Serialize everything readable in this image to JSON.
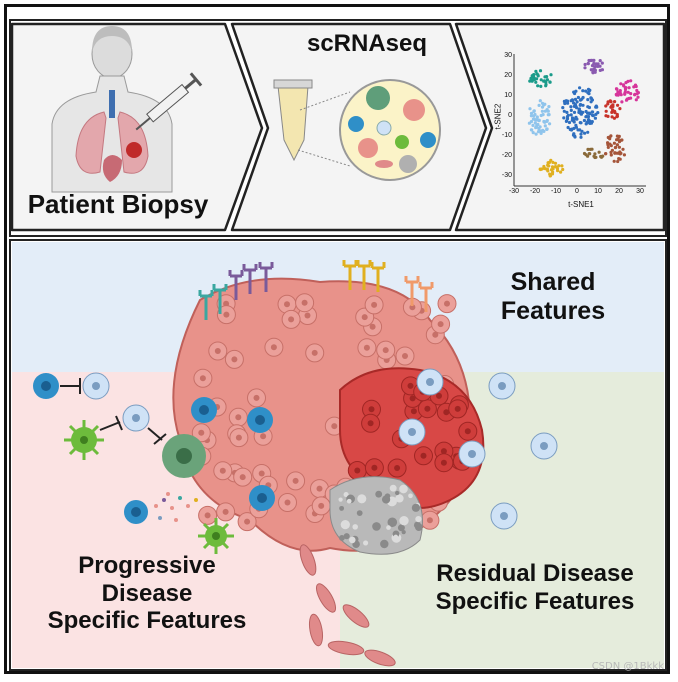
{
  "top_panel": {
    "step1_label": "Patient Biopsy",
    "step2_label": "scRNAseq",
    "tsne": {
      "y_label": "t-SNE2",
      "x_label": "t-SNE1",
      "y_ticks": [
        "30",
        "20",
        "10",
        "0",
        "-10",
        "-20",
        "-30"
      ],
      "x_ticks": [
        "-30",
        "-20",
        "-10",
        "0",
        "10",
        "20",
        "30"
      ]
    }
  },
  "bottom_panel": {
    "shared_label_line1": "Shared",
    "shared_label_line2": "Features",
    "progressive_line1": "Progressive",
    "progressive_line2": "Disease",
    "progressive_line3": "Specific Features",
    "residual_line1": "Residual Disease",
    "residual_line2": "Specific Features"
  },
  "colors": {
    "shared_bg": "#e3edf8",
    "progressive_bg": "#fbe3e3",
    "residual_bg": "#e5ecdc",
    "tumor_pink": "#e8928a",
    "tumor_red": "#d84846",
    "t_cell_blue": "#2f8fc8",
    "light_cell": "#cfe2f6",
    "fibroblast": "#e08a8a"
  },
  "watermark": "CSDN @1Bkkk"
}
